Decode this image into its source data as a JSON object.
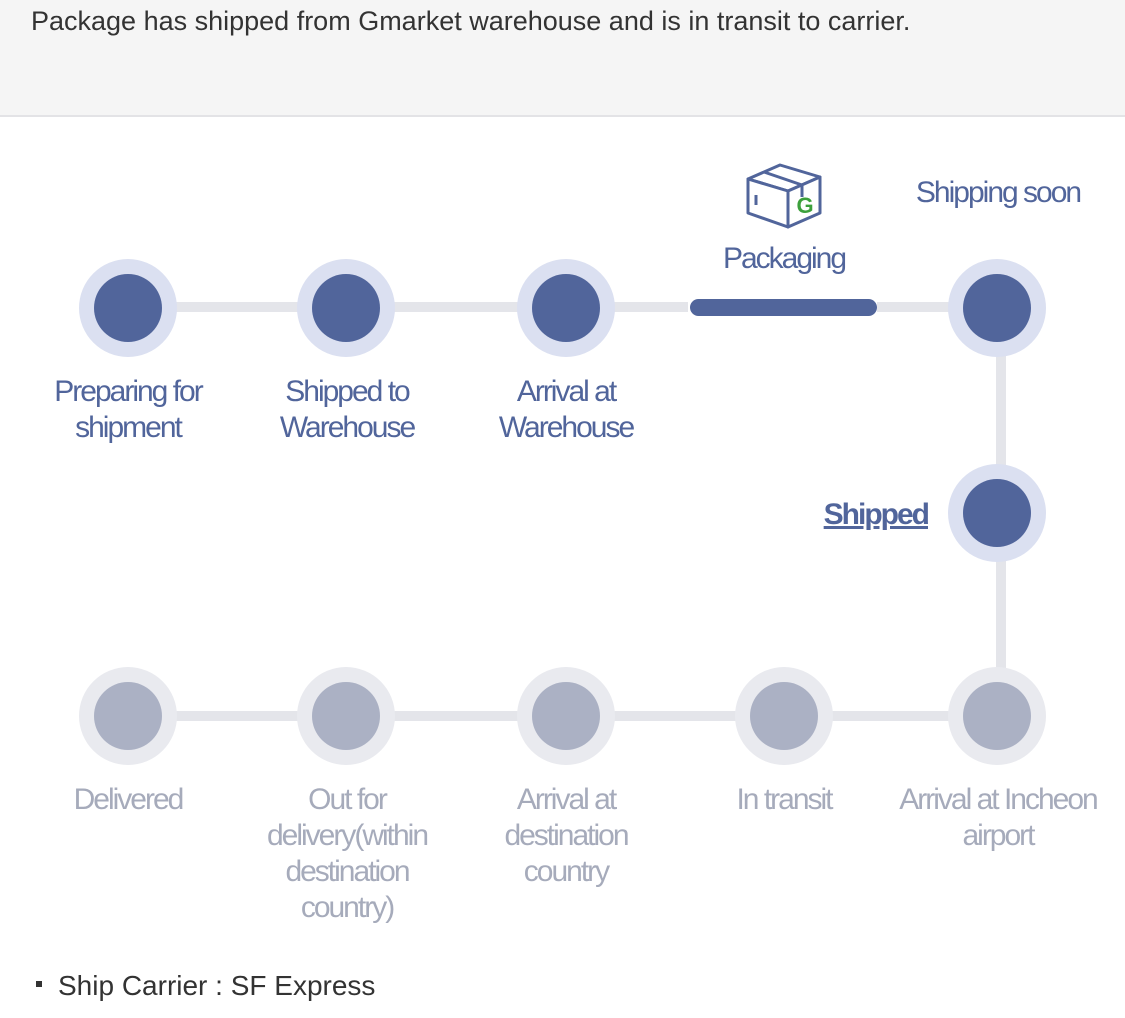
{
  "status_message": "Package has shipped from Gmarket warehouse and is in transit to carrier.",
  "labels": {
    "shipping_soon": "Shipping soon",
    "packaging": "Packaging"
  },
  "steps": {
    "preparing": "Preparing for shipment",
    "shipped_to_warehouse": "Shipped to Warehouse",
    "arrival_warehouse": "Arrival at Warehouse",
    "shipped": "Shipped",
    "arrival_incheon": "Arrival at Incheon airport",
    "in_transit": "In transit",
    "arrival_destination": "Arrival at destination country",
    "out_for_delivery": "Out for delivery(within destination country)",
    "delivered": "Delivered"
  },
  "box_icon_letter": "G",
  "carrier_line": "Ship Carrier : SF Express",
  "colors": {
    "active": "#51659b",
    "active_ring": "#dbe0f1",
    "pending": "#abb1c4",
    "pending_ring": "#e9eaef",
    "track": "#e4e5ea",
    "brand_green": "#3ca03c"
  }
}
